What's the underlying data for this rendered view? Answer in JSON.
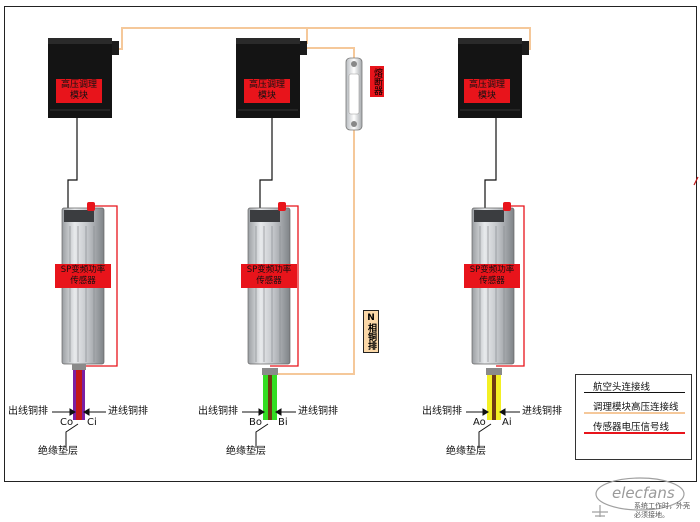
{
  "modules": {
    "c": {
      "hv_module": "高压调理模块",
      "sensor": "SP变频功率传感器",
      "out_label": "出线铜排",
      "in_label": "进线铜排",
      "out_pin": "Co",
      "in_pin": "Ci",
      "insulation": "绝缘垫层"
    },
    "b": {
      "hv_module": "高压调理模块",
      "sensor": "SP变频功率传感器",
      "out_label": "出线铜排",
      "in_label": "进线铜排",
      "out_pin": "Bo",
      "in_pin": "Bi",
      "insulation": "绝缘垫层"
    },
    "a": {
      "hv_module": "高压调理模块",
      "sensor": "SP变频功率传感器",
      "out_label": "出线铜排",
      "in_label": "进线铜排",
      "out_pin": "Ao",
      "in_pin": "Ai",
      "insulation": "绝缘垫层"
    }
  },
  "fuse_label": "熔断器",
  "n_busbar_label": "N相铜排",
  "legend": {
    "aviation": "航空头连接线",
    "hv_link": "调理模块高压连接线",
    "signal": "传感器电压信号线"
  },
  "colors": {
    "hv_line": "#f5c89a",
    "signal_line": "#e8141b",
    "tag_red": "#e8141b",
    "tag_orange": "#fbd8a8",
    "bar_c": "#7b1fa2",
    "bar_b": "#33dd22",
    "bar_a": "#f3f024"
  },
  "watermark": {
    "logo": "elecfans",
    "text": "系统工作时，外壳必须接地。"
  }
}
